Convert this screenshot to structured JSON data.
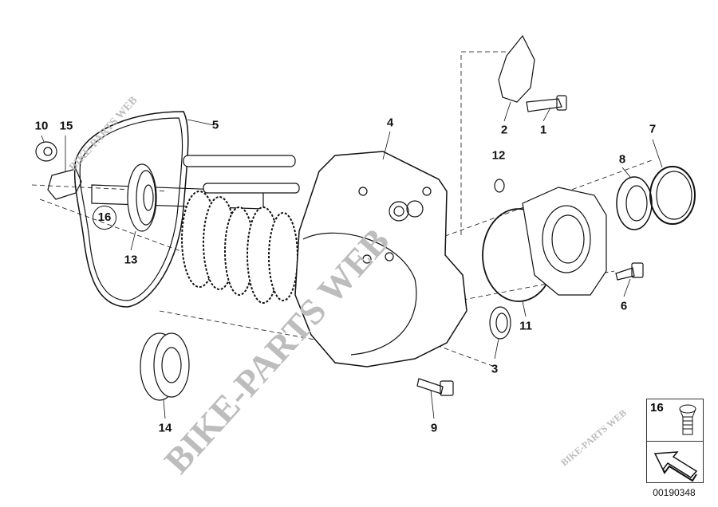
{
  "diagram": {
    "part_labels": {
      "p1": "1",
      "p2": "2",
      "p3": "3",
      "p4": "4",
      "p5": "5",
      "p6": "6",
      "p7": "7",
      "p8": "8",
      "p9": "9",
      "p10": "10",
      "p11": "11",
      "p12": "12",
      "p13": "13",
      "p14": "14",
      "p15": "15",
      "p16": "16"
    },
    "watermark": "BIKE-PARTS WEB",
    "watermark_small": "BIKE-PARTS WEB",
    "legend": {
      "label": "16"
    },
    "diagram_code": "00190348"
  }
}
